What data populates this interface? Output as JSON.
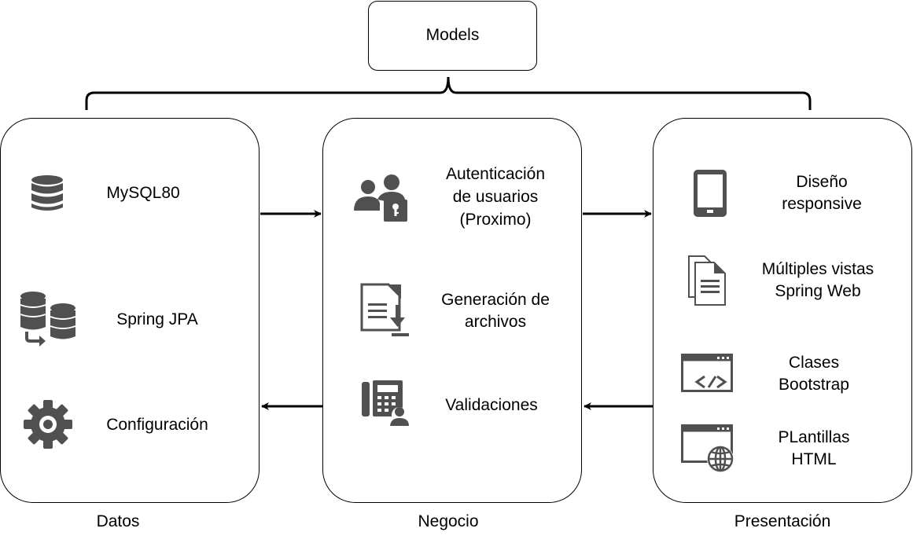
{
  "models": {
    "label": "Models"
  },
  "layers": [
    {
      "name": "Datos",
      "items": [
        {
          "icon": "database-icon",
          "text": "MySQL80"
        },
        {
          "icon": "database-migration-icon",
          "text": "Spring JPA"
        },
        {
          "icon": "gear-icon",
          "text": "Configuración"
        }
      ]
    },
    {
      "name": "Negocio",
      "items": [
        {
          "icon": "users-lock-icon",
          "lines": [
            "Autenticación",
            "de usuarios",
            "(Proximo)"
          ]
        },
        {
          "icon": "file-download-icon",
          "lines": [
            "Generación de",
            "archivos"
          ]
        },
        {
          "icon": "phone-user-icon",
          "text": "Validaciones"
        }
      ]
    },
    {
      "name": "Presentación",
      "items": [
        {
          "icon": "tablet-icon",
          "lines": [
            "Diseño",
            "responsive"
          ]
        },
        {
          "icon": "documents-icon",
          "lines": [
            "Múltiples vistas",
            "Spring Web"
          ]
        },
        {
          "icon": "code-window-icon",
          "lines": [
            "Clases",
            "Bootstrap"
          ]
        },
        {
          "icon": "web-window-icon",
          "lines": [
            "PLantillas",
            "HTML"
          ]
        }
      ]
    }
  ],
  "colors": {
    "icon": "#505050",
    "line": "#000000"
  }
}
